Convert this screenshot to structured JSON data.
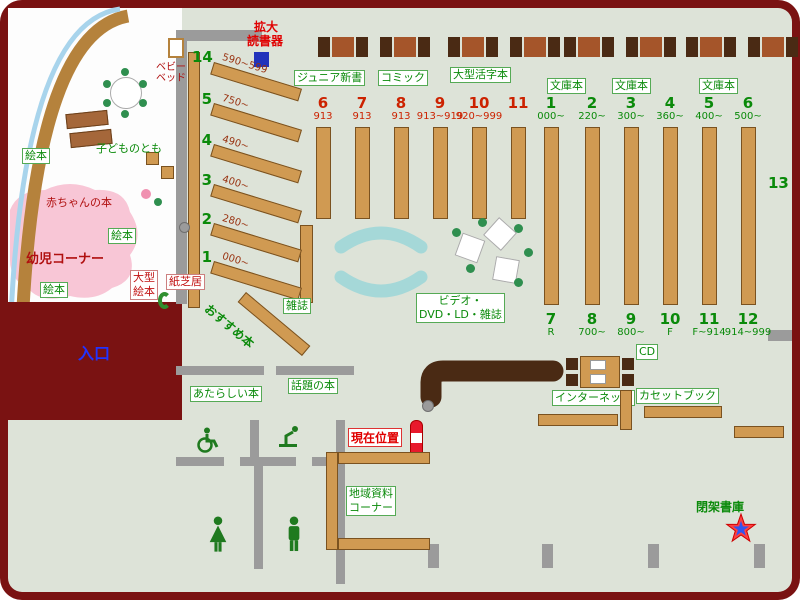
{
  "colors": {
    "frame": "#7a1212",
    "floor": "#dde3d8",
    "shelf": "#d09a52",
    "accent_red": "#cc1111",
    "accent_green": "#0a8a0a",
    "entrance_text": "#2233ff",
    "sofa": "#a5d8d8",
    "counter": "#4a2a14"
  },
  "magnifier": {
    "line1": "拡大",
    "line2": "読書器"
  },
  "top_boxes": [
    "ジュニア新書",
    "コミック",
    "大型活字本",
    "文庫本",
    "文庫本",
    "文庫本"
  ],
  "red_shelves": [
    {
      "num": "6",
      "range": "913"
    },
    {
      "num": "7",
      "range": "913"
    },
    {
      "num": "8",
      "range": "913"
    },
    {
      "num": "9",
      "range": "913~919"
    },
    {
      "num": "10",
      "range": "920~999"
    },
    {
      "num": "11",
      "range": ""
    }
  ],
  "green_top": [
    {
      "num": "1",
      "range": "000~"
    },
    {
      "num": "2",
      "range": "220~"
    },
    {
      "num": "3",
      "range": "300~"
    },
    {
      "num": "4",
      "range": "360~"
    },
    {
      "num": "5",
      "range": "400~"
    },
    {
      "num": "6",
      "range": "500~"
    }
  ],
  "green_bottom": [
    {
      "num": "7",
      "range": "R"
    },
    {
      "num": "8",
      "range": "700~"
    },
    {
      "num": "9",
      "range": "800~"
    },
    {
      "num": "10",
      "range": "F"
    },
    {
      "num": "11",
      "range": "F~914"
    },
    {
      "num": "12",
      "range": "914~999"
    }
  ],
  "shelf13": "13",
  "diagonal": [
    {
      "num": "14",
      "range": "590~599"
    },
    {
      "num": "5",
      "range": "750~"
    },
    {
      "num": "4",
      "range": "490~"
    },
    {
      "num": "3",
      "range": "400~"
    },
    {
      "num": "2",
      "range": "280~"
    },
    {
      "num": "1",
      "range": "000~"
    }
  ],
  "osusume": "おすすめ本",
  "zasshi": "雑誌",
  "video": {
    "line1": "ビデオ・",
    "line2": "DVD・LD・雑誌"
  },
  "kids": {
    "title": "幼児コーナー",
    "baby_books": "赤ちゃんの本",
    "kodomo": "子どものとも",
    "bed_line1": "ベビー",
    "bed_line2": "ベッド",
    "ehon": "絵本",
    "ogata_line1": "大型",
    "ogata_line2": "絵本",
    "kamishibai": "紙芝居"
  },
  "entrance": "入口",
  "new_books": "あたらしい本",
  "topic_books": "話題の本",
  "current_location": "現在位置",
  "cd": "CD",
  "internet": "インターネット",
  "cassette": "カセットブック",
  "local": {
    "line1": "地域資料",
    "line2": "コーナー"
  },
  "closed_stacks": "閉架書庫"
}
